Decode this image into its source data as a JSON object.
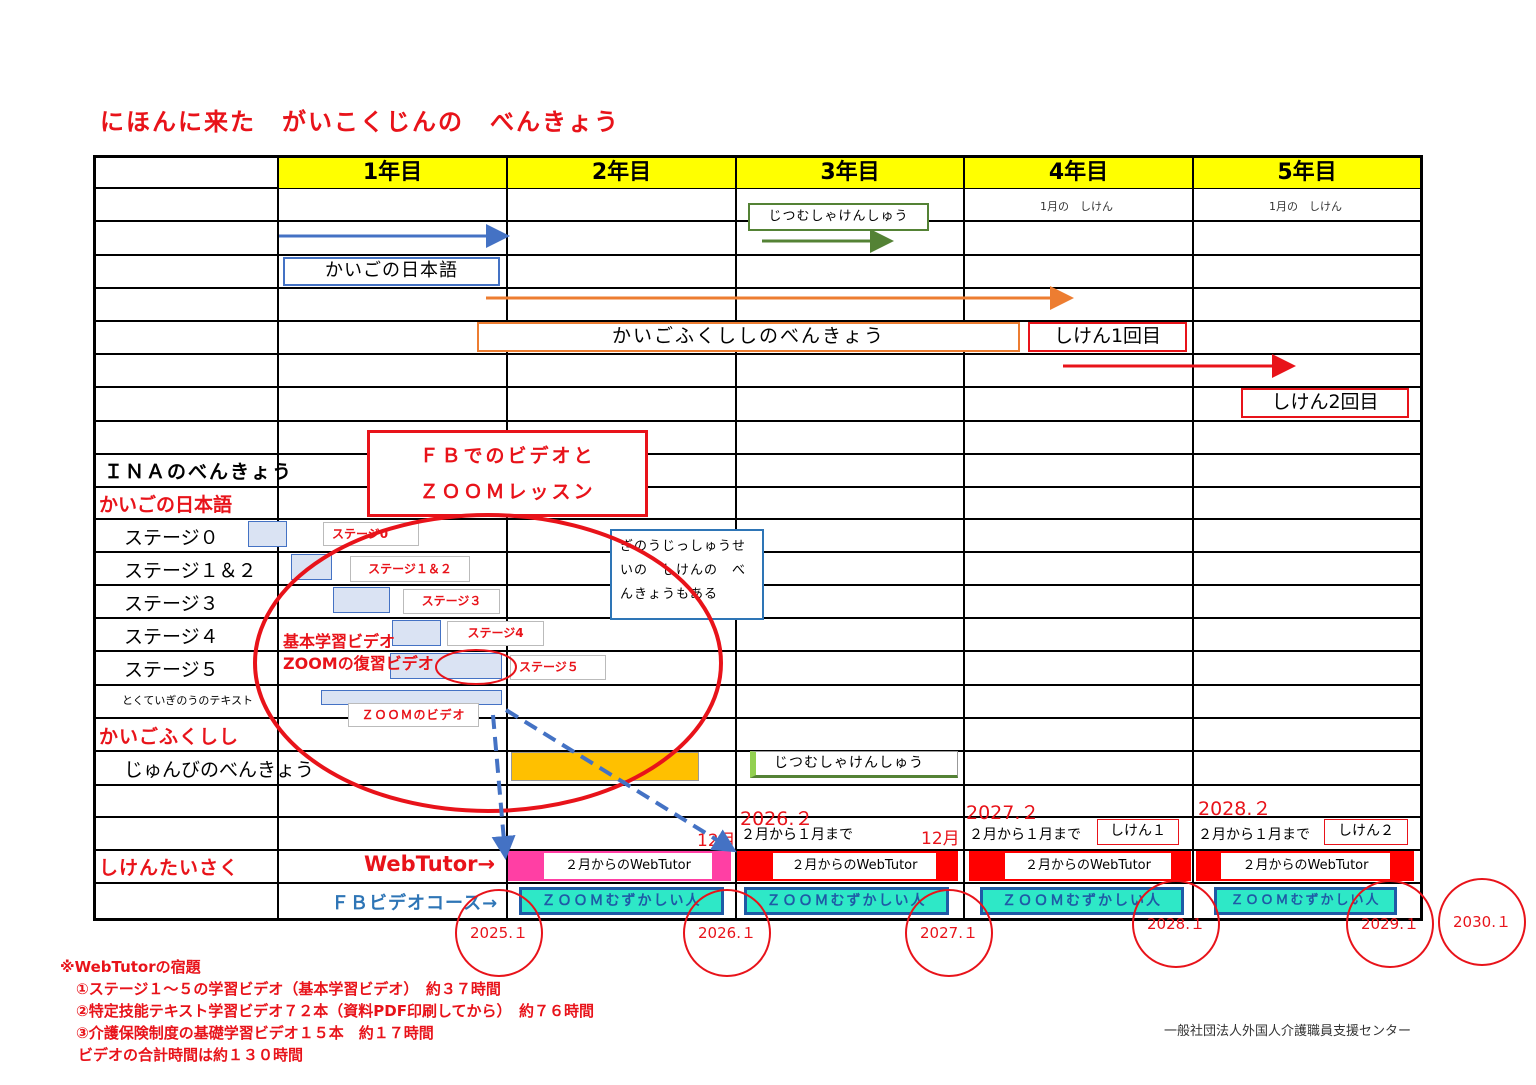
{
  "title": "にほんに来た　がいこくじんの　べんきょう",
  "years": [
    "1年目",
    "2年目",
    "3年目",
    "4年目",
    "5年目"
  ],
  "top_plan": {
    "kaigo_nihongo": "かいごの日本語",
    "kaigo_fukushi": "かいごふくししのべんきょう",
    "jitsumu": "じつむしゃけんしゅう",
    "exam_jan_4": "1月の　しけん",
    "exam_jan_5": "1月の　しけん",
    "exam1": "しけん1回目",
    "exam2": "しけん2回目"
  },
  "ina": {
    "heading": "ＩＮＡのべんきょう",
    "kaigo_nihongo_heading": "かいごの日本語",
    "stages": [
      "ステージ０",
      "ステージ１＆２",
      "ステージ３",
      "ステージ４",
      "ステージ５"
    ],
    "stage_tags": [
      "ステージ0",
      "ステージ１＆２",
      "ステージ３",
      "ステージ4",
      "ステージ５"
    ],
    "tokutei_text": "とくていぎのうのテキスト",
    "zoom_video": "ＺＯＯＭのビデオ",
    "kihon_video": "基本学習ビデオ",
    "zoom_review": "ZOOMの復習ビデオ",
    "kaigo_fukushi_heading": "かいごふくしし",
    "junbi": "じゅんびのべんきょう",
    "jitsumu_box": "じつむしゃけんしゅう"
  },
  "fb_box": {
    "line1": "ＦＢでのビデオと",
    "line2": "ＺＯＯＭレッスン"
  },
  "gino_box": "ぎのうじっしゅうせいの　しけんの　べんきょうもある",
  "shiken": {
    "heading": "しけんたいさく",
    "webtutor_label": "WebTutor→",
    "fb_label": "ＦＢビデオコース→",
    "dates": [
      "2026.２",
      "2027.２",
      "2028.２"
    ],
    "month_12": [
      "12月",
      "12月"
    ],
    "range_text": [
      "２月から１月まで",
      "２月から１月まで",
      "２月から１月まで"
    ],
    "exam_labels": [
      "しけん１",
      "しけん２"
    ],
    "webtutor_boxes": [
      "２月からのWebTutor",
      "２月からのWebTutor",
      "２月からのWebTutor",
      "２月からのWebTutor"
    ],
    "zoom_boxes": [
      "ＺＯＯＭむずかしい人",
      "ＺＯＯＭむずかしい人",
      "ＺＯＯＭむずかしい人",
      "ＺＯＯＭむずかしい人"
    ]
  },
  "timeline_circles": [
    "2025.１",
    "2026.１",
    "2027.１",
    "2028.１",
    "2029.１",
    "2030.１"
  ],
  "notes": {
    "title": "※WebTutorの宿題",
    "line1": "①ステージ１～５の学習ビデオ（基本学習ビデオ）　約３７時間",
    "line2": "②特定技能テキスト学習ビデオ７２本（資料PDF印刷してから）　約７６時間",
    "line3": "③介護保険制度の基礎学習ビデオ１５本　約１７時間",
    "line4": "ビデオの合計時間は約１３０時間"
  },
  "organization": "一般社団法人外国人介護職員支援センター",
  "colors": {
    "red": "#e8131a",
    "blue": "#4472c4",
    "orange": "#ed7d31",
    "green": "#548235",
    "yellow": "#ffff00",
    "teal": "#2ee8c7",
    "pink": "#ff3fa4"
  }
}
